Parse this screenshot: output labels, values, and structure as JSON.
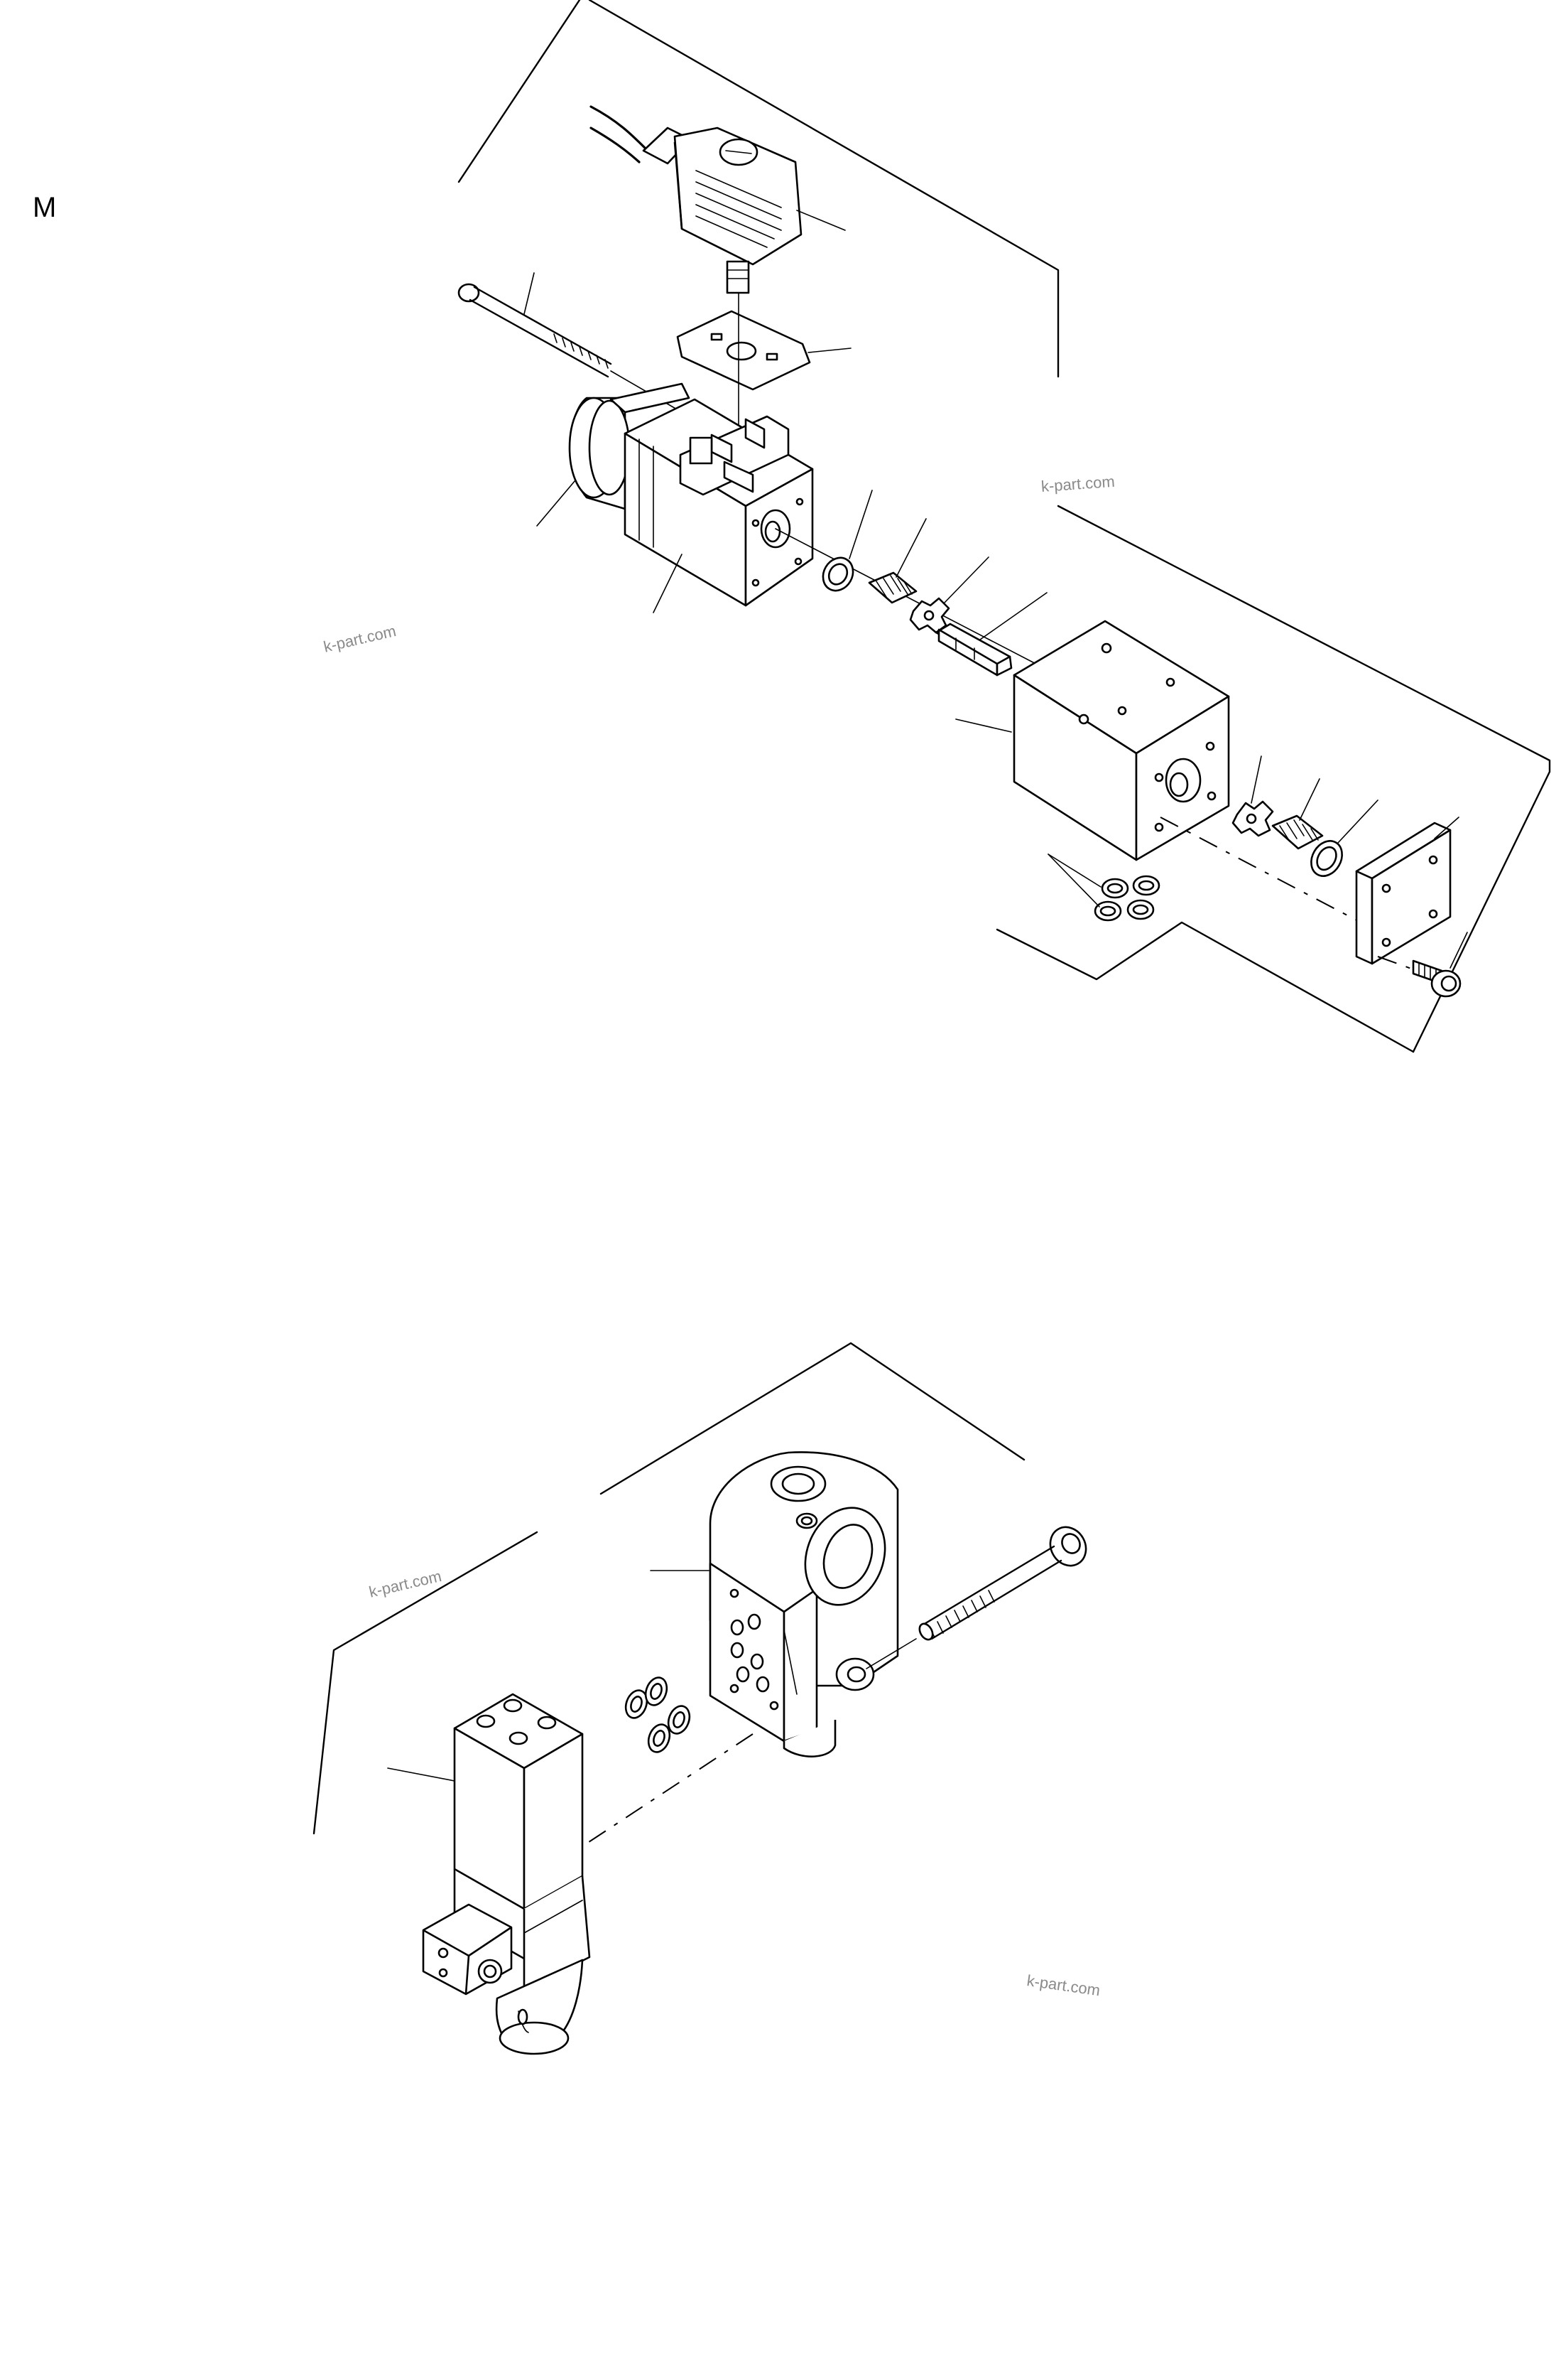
{
  "figure": {
    "section_letter": "M"
  },
  "watermarks": [
    "k-part.com",
    "k-part.com",
    "k-part.com",
    "k-part.com"
  ]
}
